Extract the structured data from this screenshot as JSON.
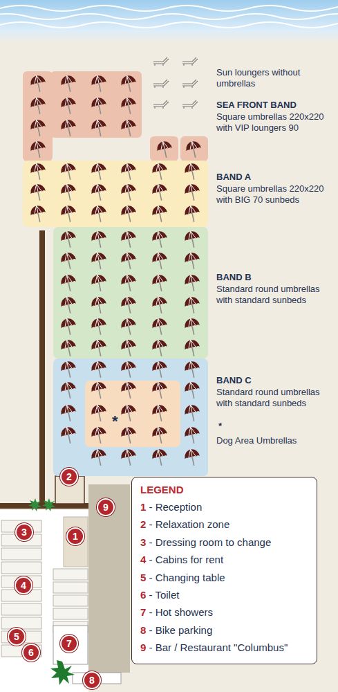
{
  "diagram": {
    "nodes": [
      {
        "text": [
          "SEA FRONT BAND",
          "Square umbrellas 220x220 with VIP loungers 90"
        ]
      },
      {
        "text": [
          "BAND A",
          "Square umbrellas 220x220 with BIG 70 sunbeds"
        ]
      },
      {
        "text": [
          "BAND B",
          "Standard round umbrellas with standard sunbeds"
        ]
      },
      {
        "text": [
          "BAND C",
          "Standard round umbrellas with standard sunbeds"
        ]
      },
      {
        "text": [
          "*"
        ],
        "in": 3
      }
    ],
    "labels": [
      "Sun loungers without umbrellas",
      "*",
      "Dog Area Umbrellas",
      "LEGEND",
      "2",
      "9",
      "3",
      "1",
      "4",
      "5",
      "7",
      "6",
      "8"
    ],
    "legend": [
      {
        "text": "1 - Reception"
      },
      {
        "text": "2 - Relaxation zone"
      },
      {
        "text": "3 - Dressing room to change"
      },
      {
        "text": "4 - Cabins for rent"
      },
      {
        "text": "5 - Changing table"
      },
      {
        "text": "6 - Toilet"
      },
      {
        "text": "7 - Hot showers"
      },
      {
        "text": "8 - Bike parking"
      },
      {
        "text": "9 - Bar / Restaurant \"Columbus\""
      }
    ]
  }
}
